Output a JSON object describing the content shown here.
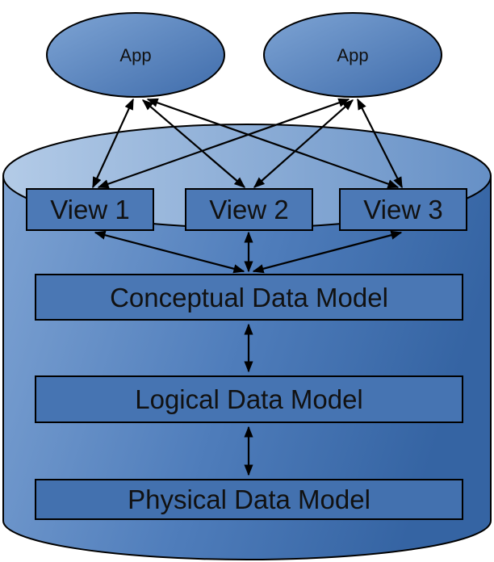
{
  "apps": [
    {
      "label": "App"
    },
    {
      "label": "App"
    }
  ],
  "views": [
    {
      "label": "View 1"
    },
    {
      "label": "View 2"
    },
    {
      "label": "View 3"
    }
  ],
  "models": {
    "conceptual": "Conceptual Data Model",
    "logical": "Logical Data Model",
    "physical": "Physical Data Model"
  },
  "colors": {
    "cylinder_light": "#a8c3e3",
    "cylinder_dark": "#3f6aa8",
    "box_fill": "#4d7bb8",
    "stroke": "#000000"
  }
}
